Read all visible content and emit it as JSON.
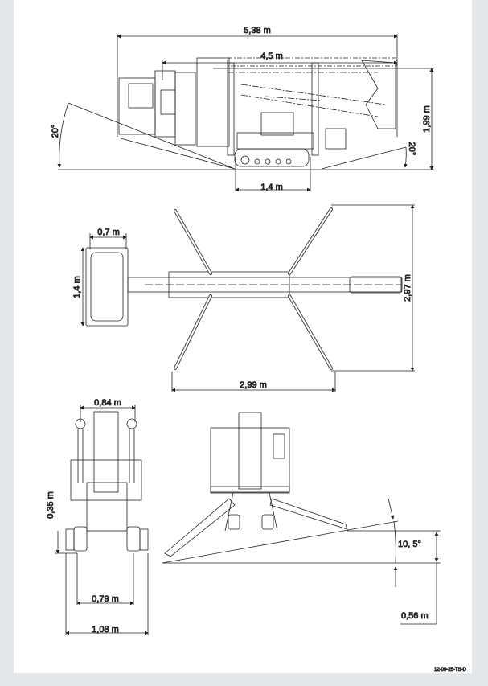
{
  "side_view": {
    "overall_length": "5,38 m",
    "boom_length": "4,5 m",
    "height": "1,99 m",
    "angle_front": "20°",
    "angle_rear": "20°",
    "track_length": "1,4 m"
  },
  "top_view": {
    "basket_width": "0,7 m",
    "basket_depth": "1,4 m",
    "outrigger_span_length": "2,99 m",
    "outrigger_span_width": "2,97 m"
  },
  "front_view": {
    "width_top": "0,84 m",
    "ground_clearance": "0,35 m",
    "track_width": "0,79 m",
    "overall_width": "1,08 m"
  },
  "outrigger_view": {
    "slope_angle": "10, 5°",
    "level_range": "0,56 m"
  },
  "drawing_code": "12-09-25-TS-D"
}
